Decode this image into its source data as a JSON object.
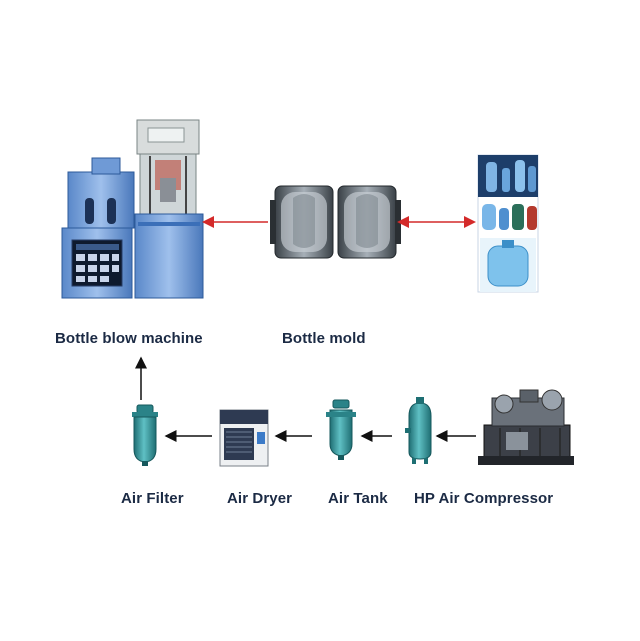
{
  "labels": {
    "bottle_blow_machine": "Bottle blow machine",
    "bottle_mold": "Bottle mold",
    "air_filter": "Air Filter",
    "air_dryer": "Air Dryer",
    "air_tank": "Air Tank",
    "hp_air_compressor": "HP Air Compressor"
  },
  "colors": {
    "machine_blue": "#6f9ad6",
    "machine_dark": "#3b6fb8",
    "arrow_red": "#d42a2a",
    "arrow_black": "#111111",
    "teal": "#2f8f93",
    "label_text": "#1b2a44"
  },
  "flow": [
    "hp_air_compressor",
    "air_tank",
    "air_dryer",
    "air_filter",
    "bottle_blow_machine"
  ]
}
